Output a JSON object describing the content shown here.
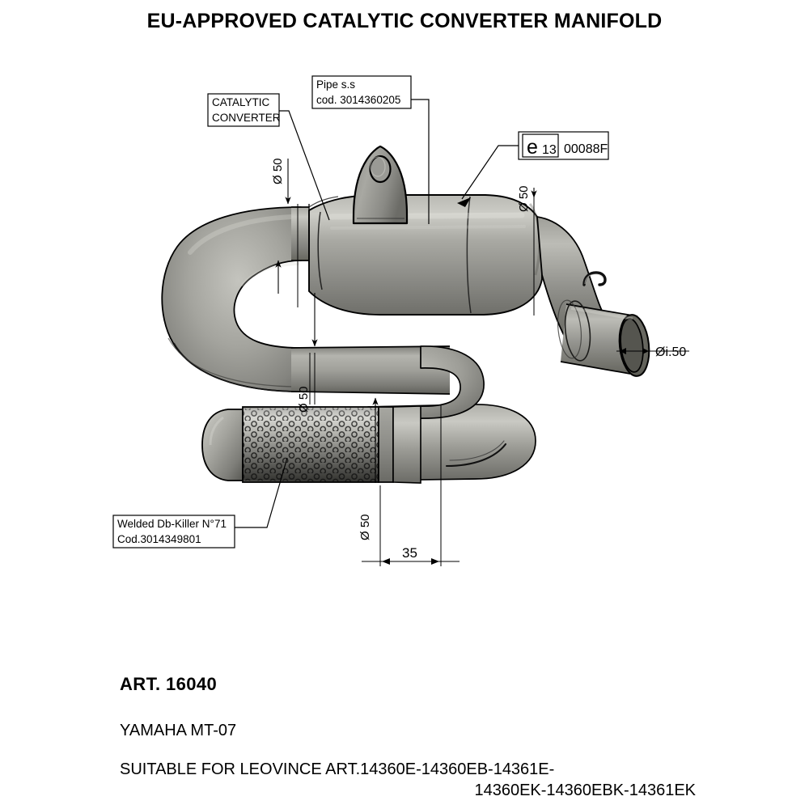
{
  "header": {
    "title": "EU-APPROVED CATALYTIC CONVERTER MANIFOLD"
  },
  "callouts": {
    "catalytic_converter": {
      "line1": "CATALYTIC",
      "line2": "CONVERTER"
    },
    "pipe": {
      "line1": "Pipe s.s",
      "line2": "cod. 3014360205"
    },
    "db_killer": {
      "line1": "Welded Db-Killer N°71",
      "line2": "Cod.3014349801"
    },
    "approval": {
      "mark": "e",
      "country_code": "13",
      "number": "00088F"
    }
  },
  "dimensions": {
    "d_top_left": "Ø 50",
    "d_top_right": "Ø 50",
    "d_mid_left": "Ø 50",
    "d_bottom_left": "Ø 50",
    "d_outlet_inner": "Øi.50",
    "len_35": "35"
  },
  "footer": {
    "article": "ART. 16040",
    "model": "YAMAHA MT-07",
    "suitable_line1": "SUITABLE FOR LEOVINCE ART.14360E-14360EB-14361E-",
    "suitable_line2": "14360EK-14360EBK-14361EK"
  },
  "colors": {
    "line": "#000000",
    "metal_light": "#c2c2bc",
    "metal_mid": "#9a9a94",
    "metal_dark": "#6e6e69",
    "metal_darkest": "#4b4b47",
    "background": "#ffffff"
  },
  "graphic": {
    "name": "catalytic-converter-manifold-3d-view",
    "parts": [
      "u-bend-pipe",
      "catalytic-converter-body",
      "mounting-bracket",
      "outlet-pipe",
      "db-killer-perforated-tube",
      "flow-direction-mark"
    ]
  }
}
